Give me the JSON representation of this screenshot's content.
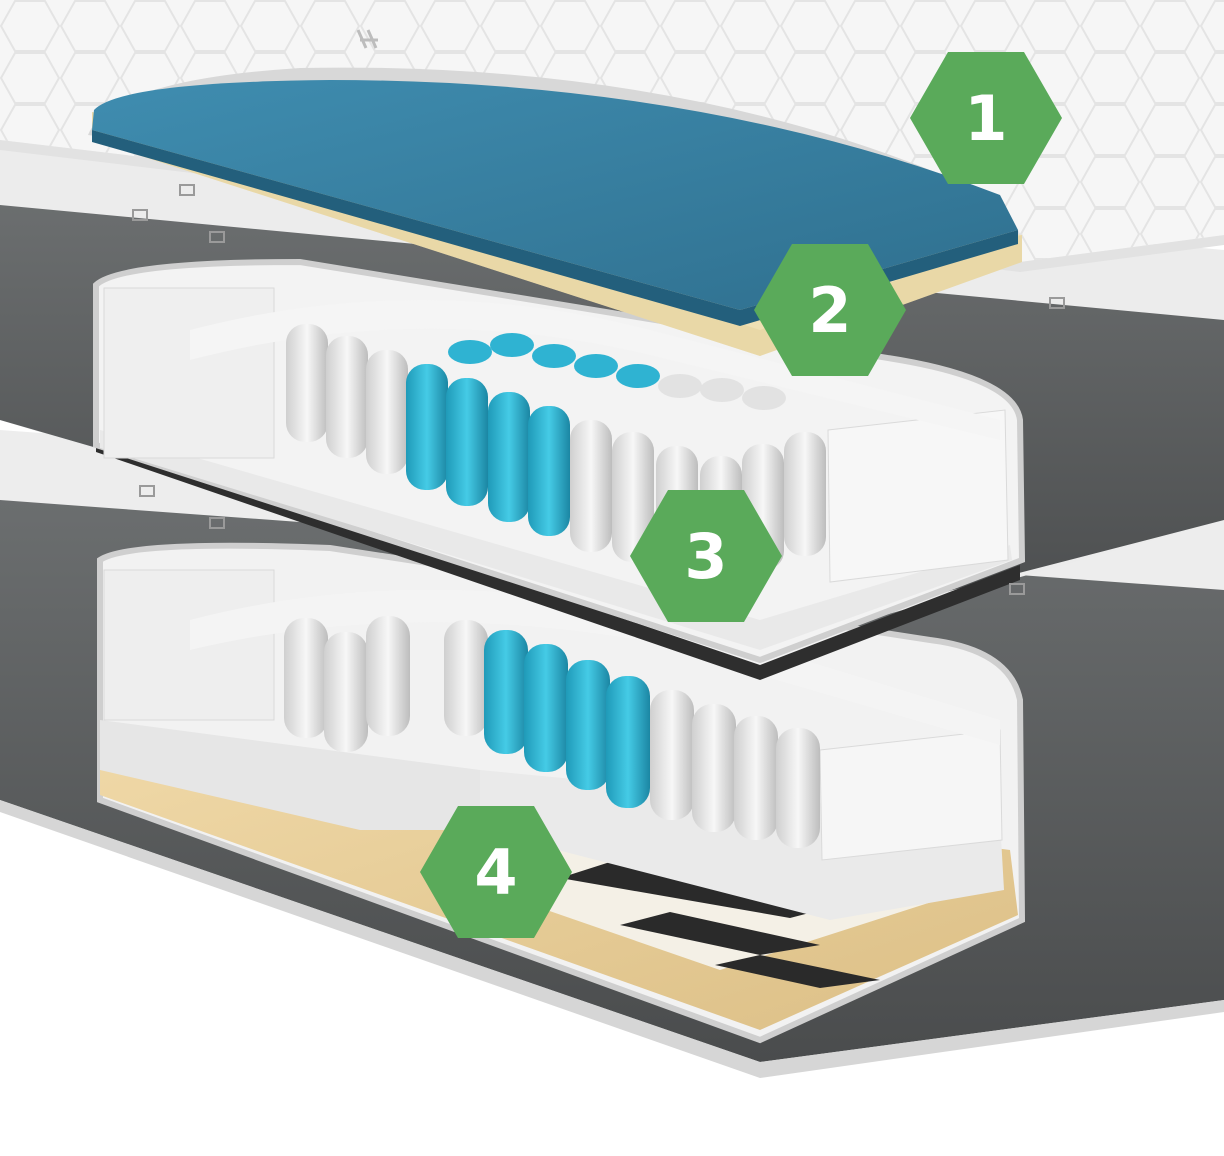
{
  "colors": {
    "badge": "#5aaa5a",
    "badge_text": "#ffffff",
    "memory_foam": "#3d87a8",
    "comfort_foam": "#efe0b4",
    "pocket_spring_highlight": "#33b9d6",
    "pocket_spring": "#e6e6e6",
    "fabric_border": "#5a5d5e",
    "wood_slat": "#e8cf9e",
    "topper_cover": "#f6f6f6"
  },
  "labels": [
    {
      "number": "1"
    },
    {
      "number": "2"
    },
    {
      "number": "3"
    },
    {
      "number": "4"
    }
  ]
}
